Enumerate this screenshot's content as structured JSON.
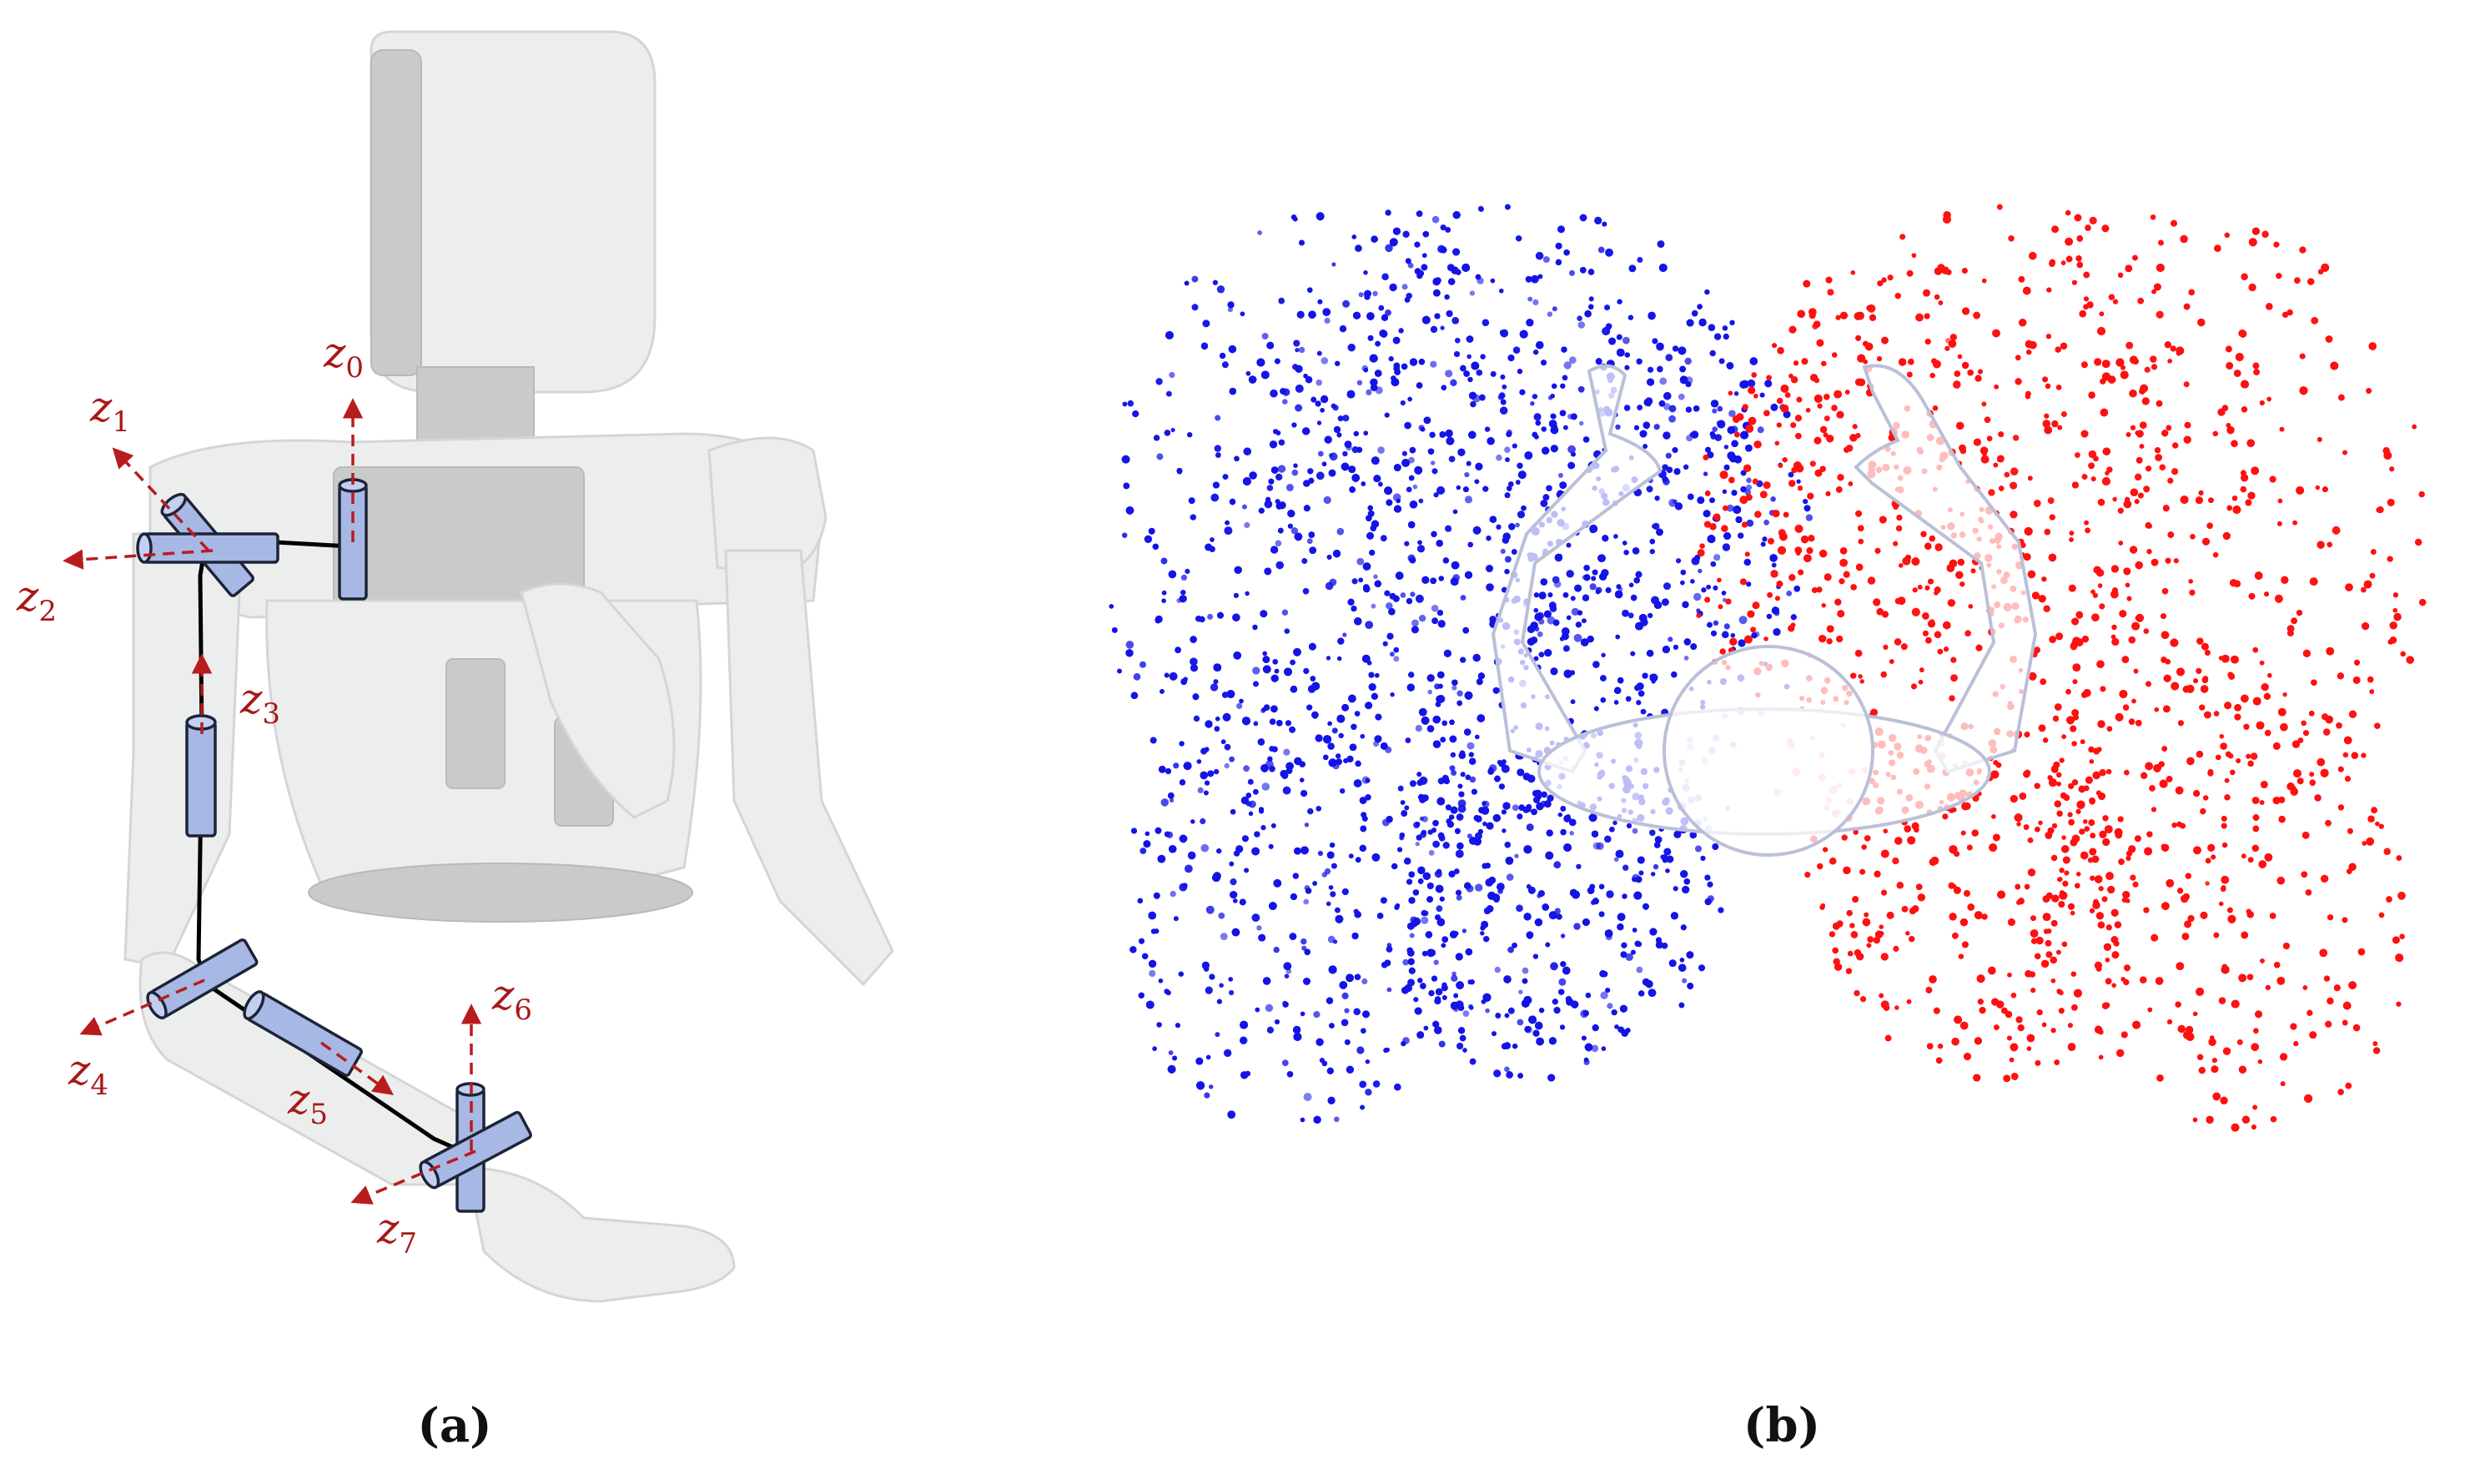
{
  "panels": {
    "a": {
      "label": "(a)"
    },
    "b": {
      "label": "(b)"
    }
  },
  "axes": [
    {
      "id": "z0",
      "base": "z",
      "sub": "0"
    },
    {
      "id": "z1",
      "base": "z",
      "sub": "1"
    },
    {
      "id": "z2",
      "base": "z",
      "sub": "2"
    },
    {
      "id": "z3",
      "base": "z",
      "sub": "3"
    },
    {
      "id": "z4",
      "base": "z",
      "sub": "4"
    },
    {
      "id": "z5",
      "base": "z",
      "sub": "5"
    },
    {
      "id": "z6",
      "base": "z",
      "sub": "6"
    },
    {
      "id": "z7",
      "base": "z",
      "sub": "7"
    }
  ],
  "colors": {
    "axis": "#b81c1c",
    "joint": "#a7b8e4",
    "left_workspace": "#1414e6",
    "right_workspace": "#ff1010"
  },
  "workspace": {
    "left_color": "#1414e6",
    "right_color": "#ff1010"
  }
}
